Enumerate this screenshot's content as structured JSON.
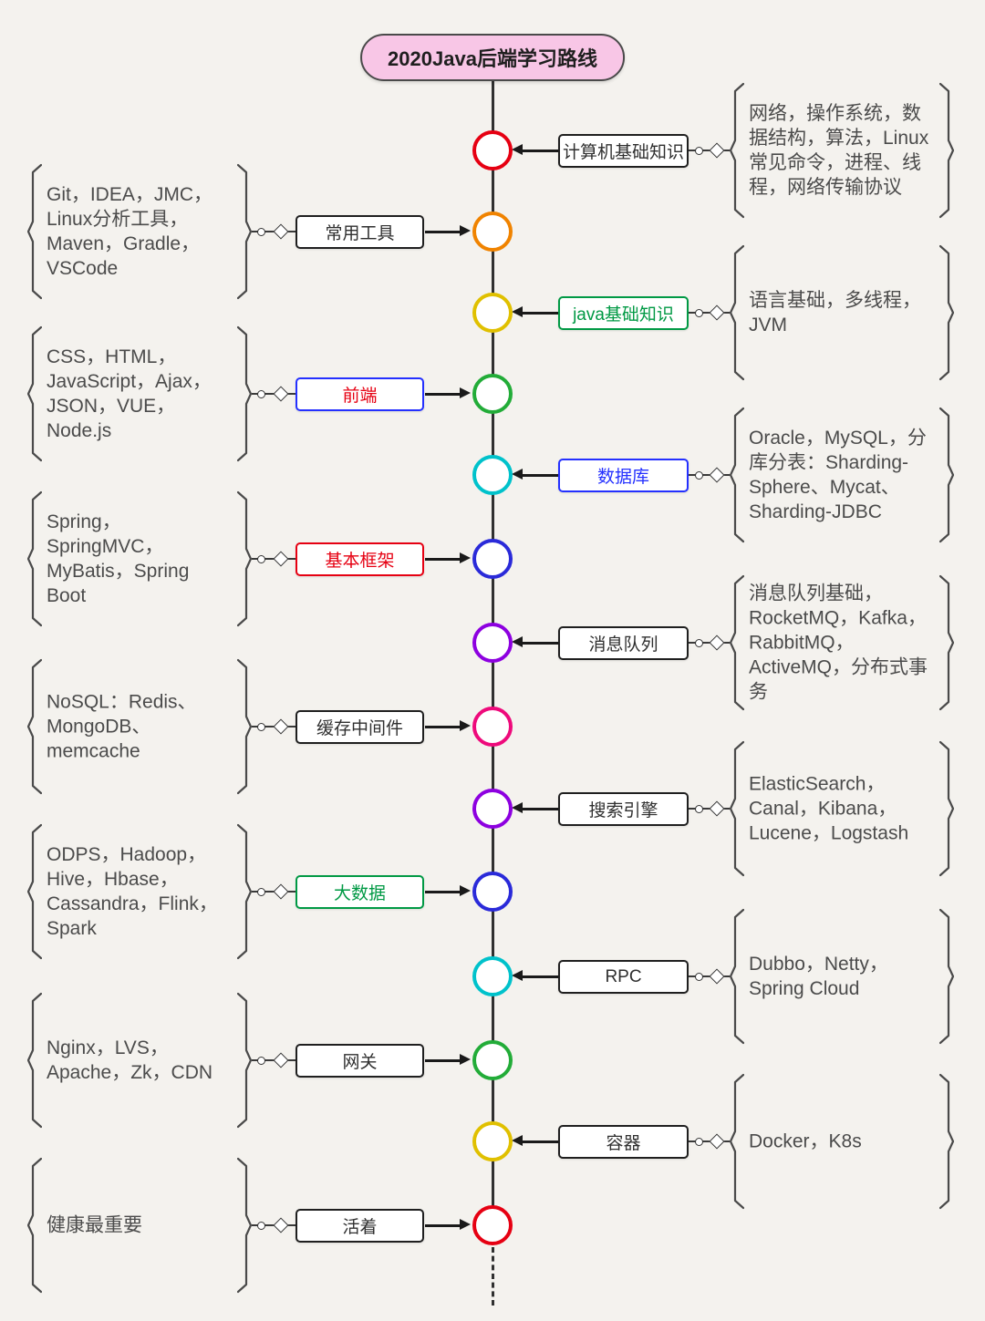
{
  "title": "2020Java后端学习路线",
  "colors": {
    "background": "#f4f2ee",
    "title_fill": "#f8c6e6",
    "spine": "#303030",
    "brace": "#4a4a4a",
    "arrow": "#1a1a1a",
    "detail_text": "#4b4b4b"
  },
  "icons": {
    "connector_dot": "link-dot",
    "connector_diamond": "link-diamond",
    "arrow_head": "filled-triangle",
    "brace": "curly-brace"
  },
  "nodes": [
    {
      "id": "computer-basics",
      "side": "right",
      "label": "计算机基础知识",
      "label_color": "#2f2f2f",
      "box_color": "#1f1f1f",
      "circle_color": "#e60012",
      "detail": "网络，操作系统，数据结构，算法，Linux常见命令，进程、线程，网络传输协议"
    },
    {
      "id": "common-tools",
      "side": "left",
      "label": "常用工具",
      "label_color": "#2f2f2f",
      "box_color": "#1f1f1f",
      "circle_color": "#f08300",
      "detail": "Git，IDEA，JMC，Linux分析工具，Maven，Gradle，VSCode"
    },
    {
      "id": "java-basics",
      "side": "right",
      "label": "java基础知识",
      "label_color": "#009944",
      "box_color": "#009944",
      "circle_color": "#e0c000",
      "detail": "语言基础，多线程，JVM"
    },
    {
      "id": "frontend",
      "side": "left",
      "label": "前端",
      "label_color": "#e60012",
      "box_color": "#2430ff",
      "circle_color": "#22ac38",
      "detail": "CSS，HTML，JavaScript，Ajax，JSON，VUE，Node.js"
    },
    {
      "id": "database",
      "side": "right",
      "label": "数据库",
      "label_color": "#2430ff",
      "box_color": "#2430ff",
      "circle_color": "#00c2cb",
      "detail": "Oracle，MySQL，分库分表：Sharding-Sphere、Mycat、Sharding-JDBC"
    },
    {
      "id": "frameworks",
      "side": "left",
      "label": "基本框架",
      "label_color": "#e60012",
      "box_color": "#e60012",
      "circle_color": "#2a2ad9",
      "detail": "Spring，SpringMVC，MyBatis，Spring Boot"
    },
    {
      "id": "message-queue",
      "side": "right",
      "label": "消息队列",
      "label_color": "#2f2f2f",
      "box_color": "#1f1f1f",
      "circle_color": "#8d00e0",
      "detail": "消息队列基础，RocketMQ，Kafka，RabbitMQ，ActiveMQ，分布式事务"
    },
    {
      "id": "cache-middleware",
      "side": "left",
      "label": "缓存中间件",
      "label_color": "#2f2f2f",
      "box_color": "#1f1f1f",
      "circle_color": "#ee0a7b",
      "detail": "NoSQL：Redis、MongoDB、memcache"
    },
    {
      "id": "search-engine",
      "side": "right",
      "label": "搜索引擎",
      "label_color": "#2f2f2f",
      "box_color": "#1f1f1f",
      "circle_color": "#8d00e0",
      "detail": "ElasticSearch，Canal，Kibana，Lucene，Logstash"
    },
    {
      "id": "big-data",
      "side": "left",
      "label": "大数据",
      "label_color": "#009944",
      "box_color": "#009944",
      "circle_color": "#2a2ad9",
      "detail": "ODPS，Hadoop，Hive，Hbase，Cassandra，Flink，Spark"
    },
    {
      "id": "rpc",
      "side": "right",
      "label": "RPC",
      "label_color": "#2f2f2f",
      "box_color": "#1f1f1f",
      "circle_color": "#00c2cb",
      "detail": "Dubbo，Netty，Spring Cloud"
    },
    {
      "id": "gateway",
      "side": "left",
      "label": "网关",
      "label_color": "#2f2f2f",
      "box_color": "#1f1f1f",
      "circle_color": "#22ac38",
      "detail": "Nginx，LVS，Apache，Zk，CDN"
    },
    {
      "id": "container",
      "side": "right",
      "label": "容器",
      "label_color": "#2f2f2f",
      "box_color": "#1f1f1f",
      "circle_color": "#e0c000",
      "detail": "Docker，K8s"
    },
    {
      "id": "alive",
      "side": "left",
      "label": "活着",
      "label_color": "#2f2f2f",
      "box_color": "#1f1f1f",
      "circle_color": "#e60012",
      "detail": "健康最重要"
    }
  ]
}
